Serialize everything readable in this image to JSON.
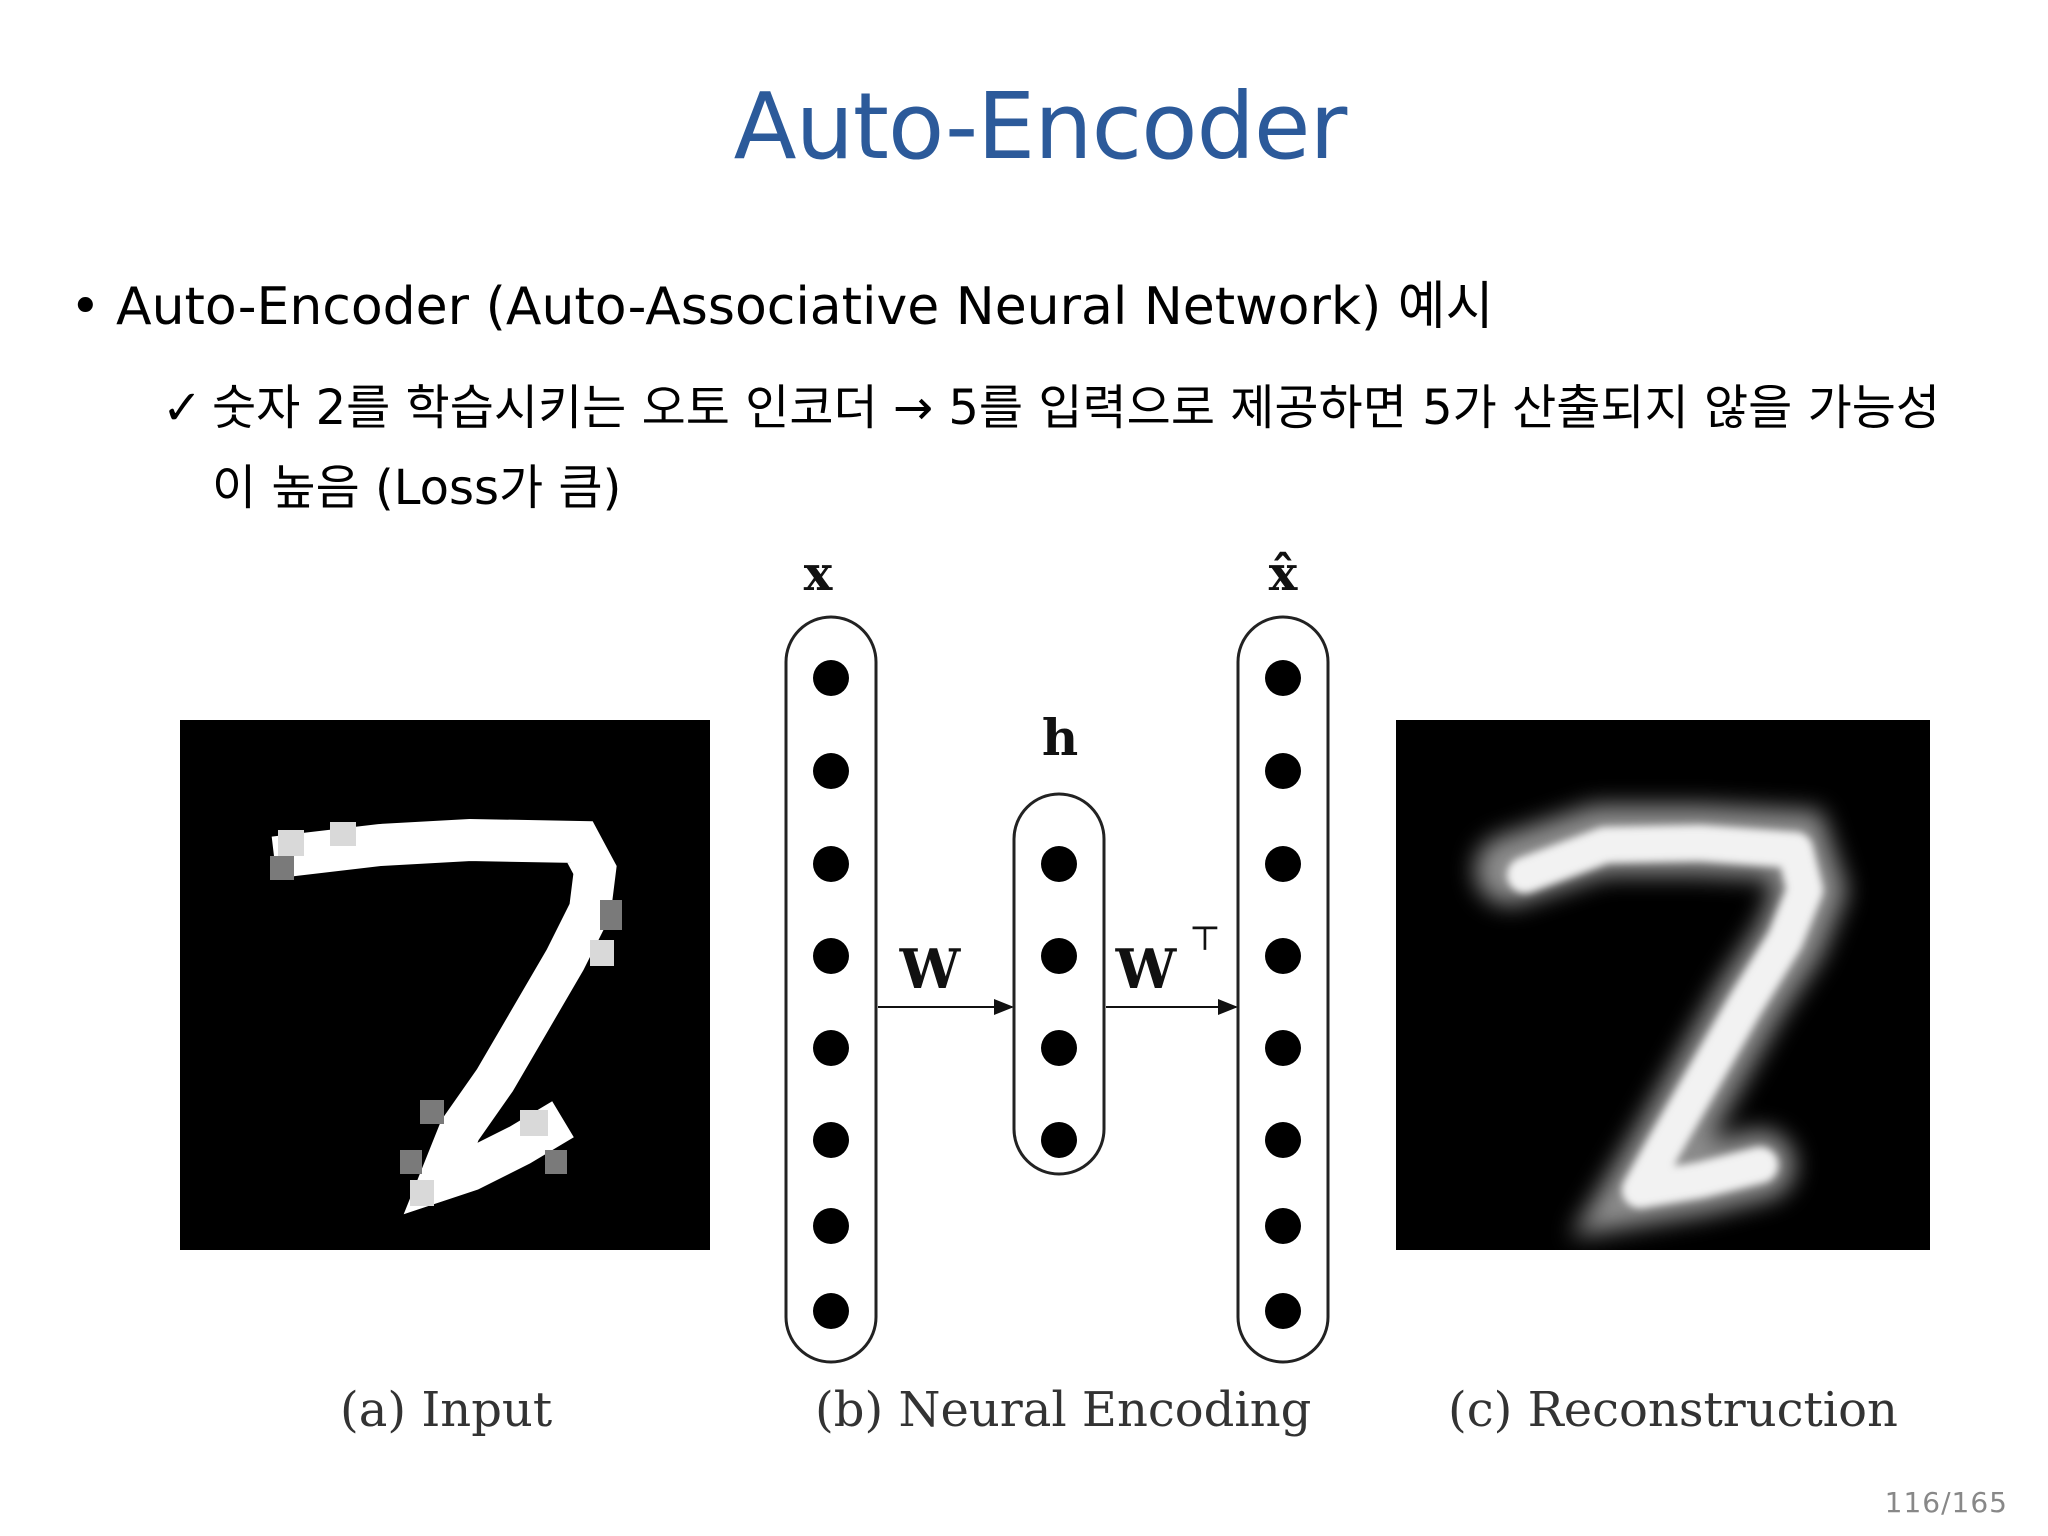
{
  "slide": {
    "title": "Auto-Encoder",
    "bullet": "Auto-Encoder (Auto-Associative Neural Network) 예시",
    "sub_bullet": "숫자 2를 학습시키는 오토 인코더 → 5를 입력으로 제공하면 5가 산출되지 않을 가능성이 높음 (Loss가 큼)",
    "page_number": "116/165"
  },
  "figure": {
    "labels": {
      "x": "x",
      "x_hat": "x̂",
      "h": "h",
      "w": "W",
      "w_transpose": "W",
      "transpose_symbol": "⊤"
    },
    "captions": {
      "input": "(a)  Input",
      "encoding": "(b)  Neural  Encoding",
      "reconstruction": "(c)  Reconstruction"
    },
    "input_layer_units": 8,
    "hidden_layer_units": 4,
    "output_layer_units": 8
  }
}
